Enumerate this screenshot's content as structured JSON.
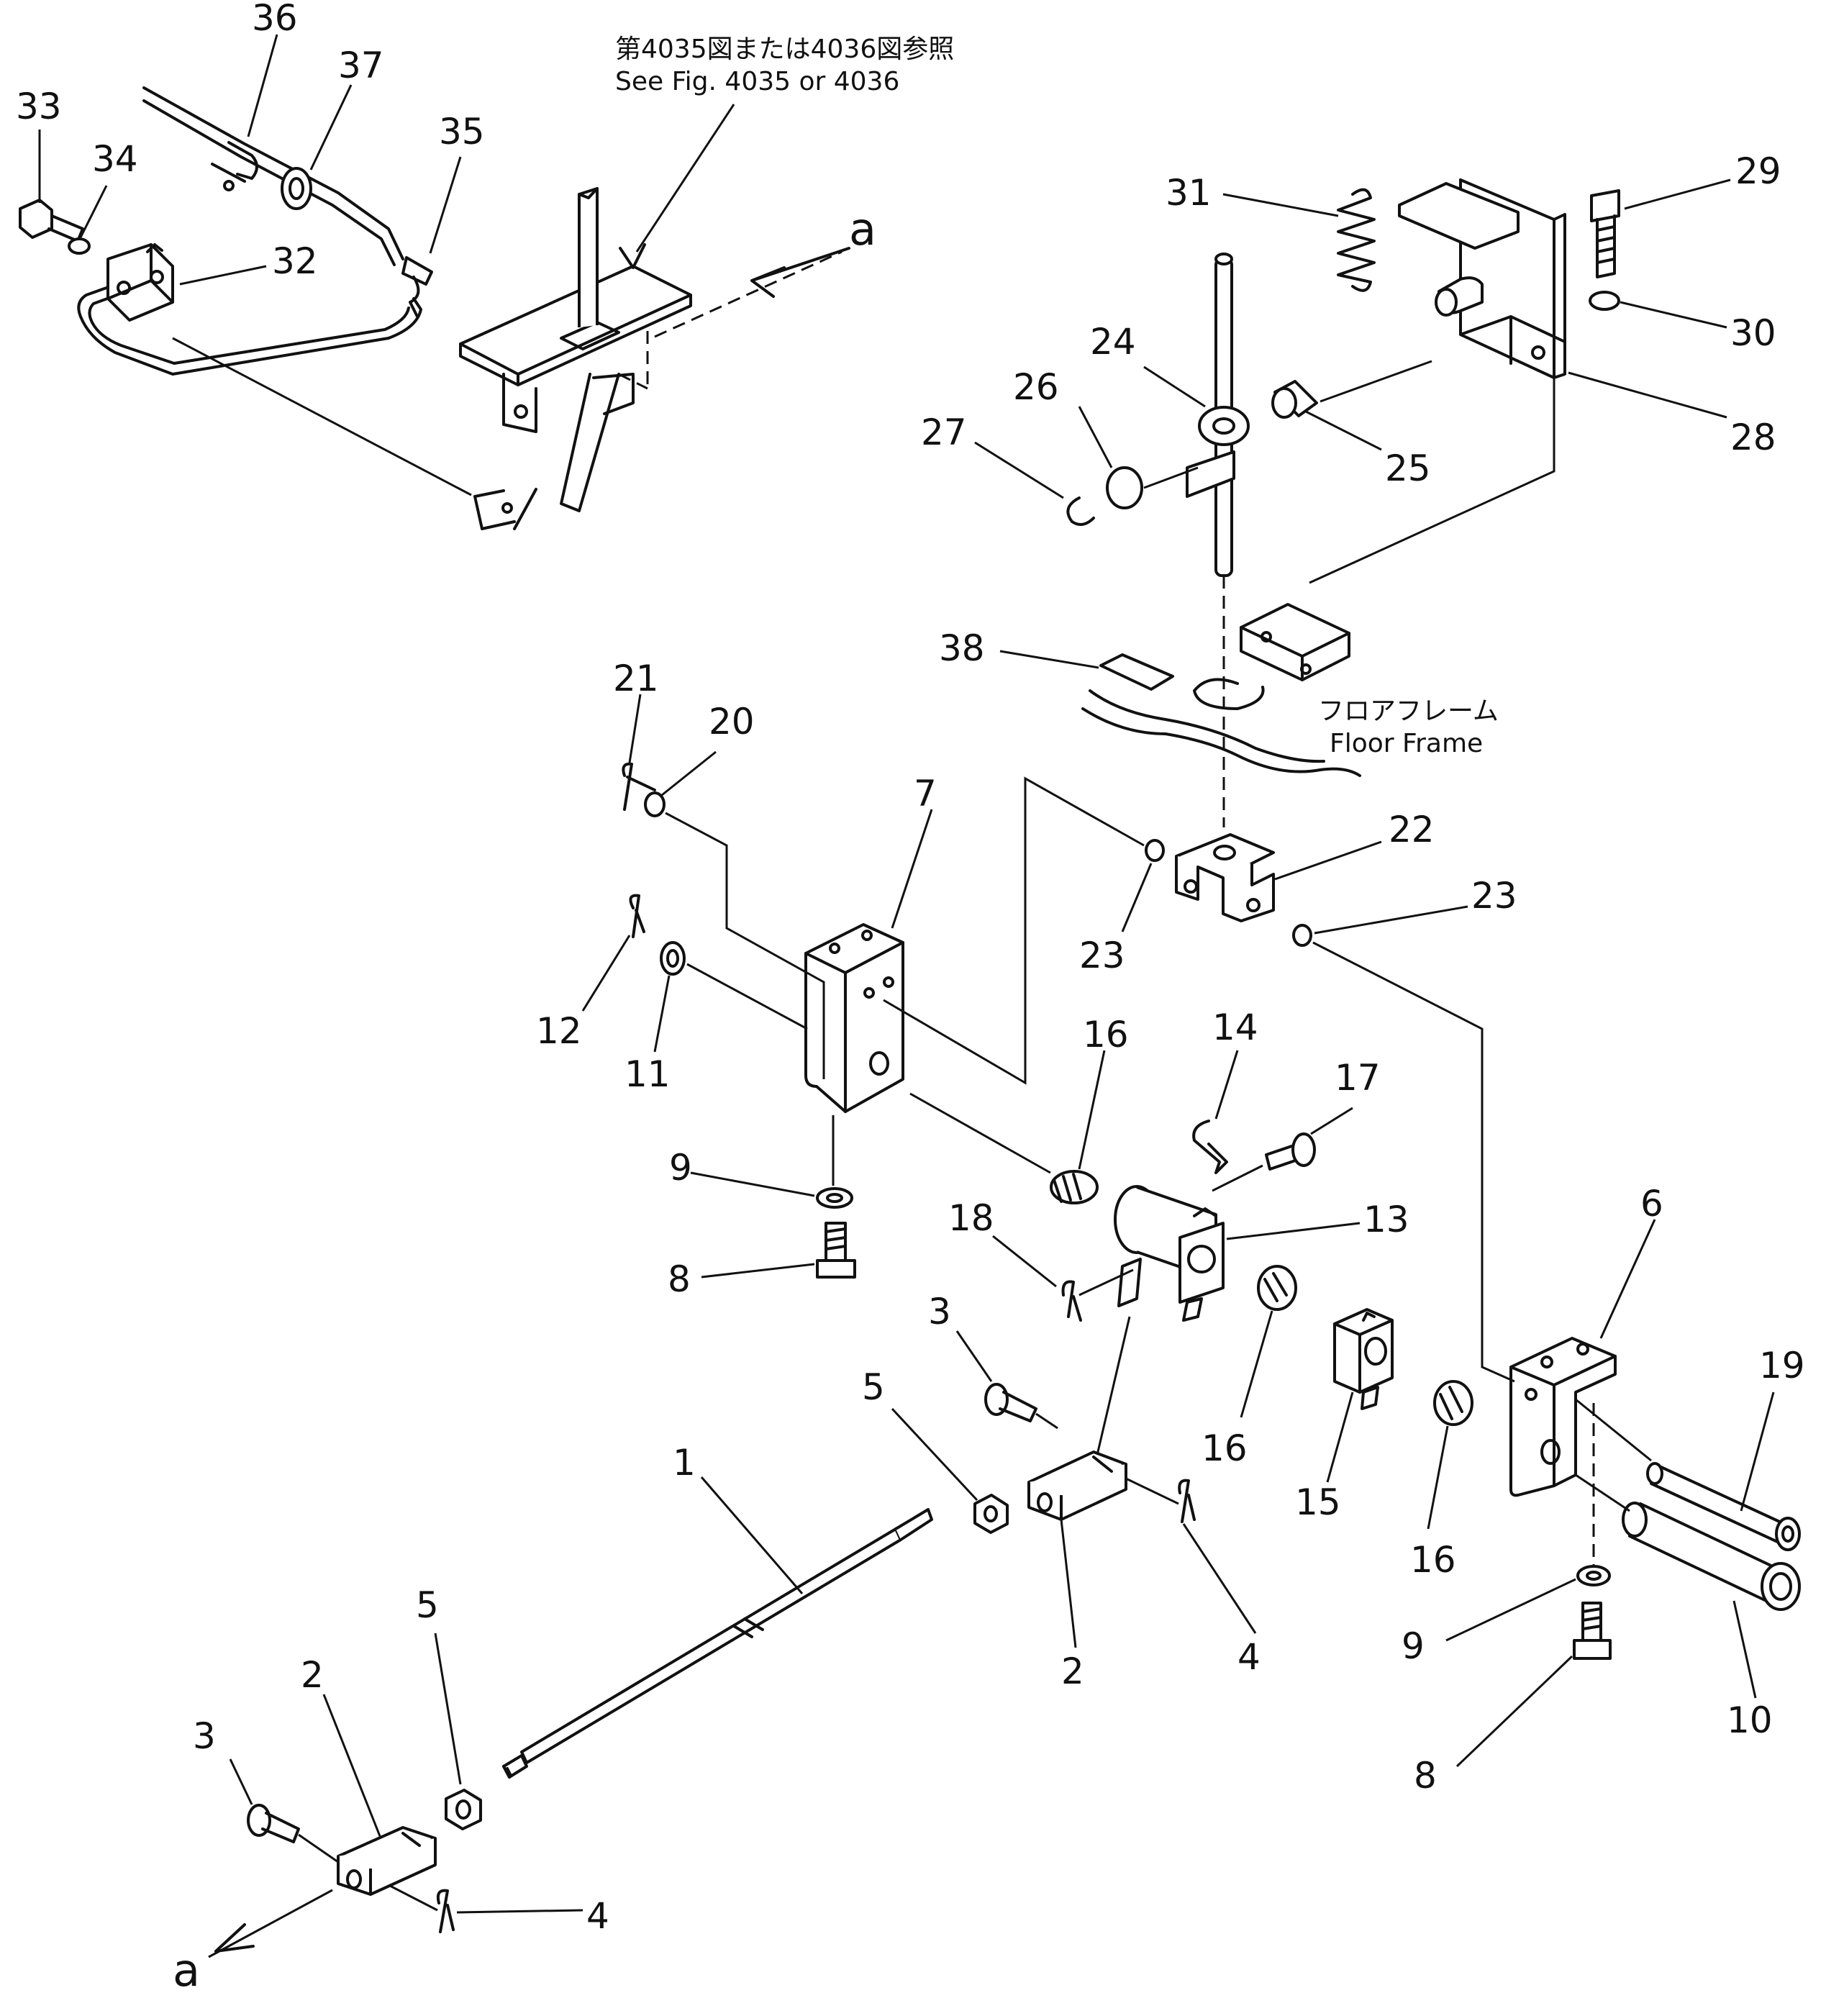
{
  "labels": {
    "n1": "1",
    "n2a": "2",
    "n2b": "2",
    "n3a": "3",
    "n3b": "3",
    "n4a": "4",
    "n4b": "4",
    "n5a": "5",
    "n5b": "5",
    "n6": "6",
    "n7": "7",
    "n8a": "8",
    "n8b": "8",
    "n9a": "9",
    "n9b": "9",
    "n10": "10",
    "n11": "11",
    "n12": "12",
    "n13": "13",
    "n14": "14",
    "n15": "15",
    "n16a": "16",
    "n16b": "16",
    "n16c": "16",
    "n17": "17",
    "n18": "18",
    "n19": "19",
    "n20": "20",
    "n21": "21",
    "n22": "22",
    "n23a": "23",
    "n23b": "23",
    "n24": "24",
    "n25": "25",
    "n26": "26",
    "n27": "27",
    "n28": "28",
    "n29": "29",
    "n30": "30",
    "n31": "31",
    "n32": "32",
    "n33": "33",
    "n34": "34",
    "n35": "35",
    "n36": "36",
    "n37": "37",
    "n38": "38"
  },
  "notes": {
    "ref_jp": "第4035図または4036図参照",
    "ref_en": "See Fig. 4035 or 4036",
    "floor_jp": "フロアフレーム",
    "floor_en": "Floor Frame",
    "arrow_top": "a",
    "arrow_bottom": "a"
  }
}
